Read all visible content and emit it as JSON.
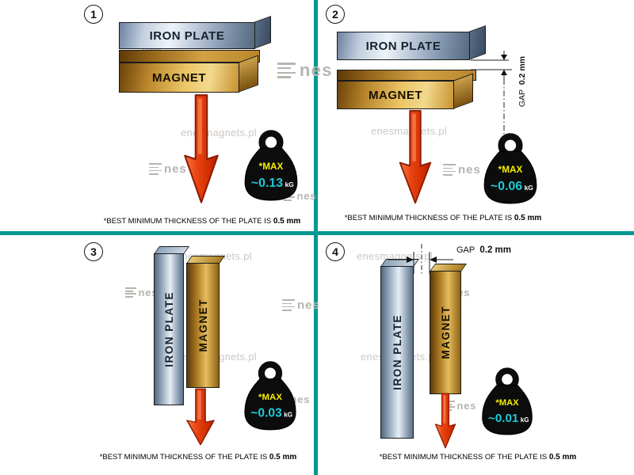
{
  "labels": {
    "iron_plate": "IRON PLATE",
    "magnet": "MAGNET",
    "max": "*MAX",
    "unit": "kG",
    "gap": "GAP",
    "gap_value": "0.2 mm"
  },
  "footer": {
    "prefix": "*BEST MINIMUM THICKNESS OF THE PLATE IS",
    "bold": "0.5 mm"
  },
  "panels": [
    {
      "number": "1",
      "value": "~0.13"
    },
    {
      "number": "2",
      "value": "~0.06"
    },
    {
      "number": "3",
      "value": "~0.03"
    },
    {
      "number": "4",
      "value": "~0.01"
    }
  ],
  "watermark": {
    "site": "enesmagnets.pl",
    "logo_text": "nes"
  },
  "colors": {
    "divider": "#009890",
    "arrow": "#e23b10",
    "weight_body": "#0c0c0c",
    "max_label": "#f6ee00",
    "value_text": "#1ec9d6",
    "iron_plate_steel": "#aebdd2",
    "magnet_gold": "#d9a940"
  }
}
